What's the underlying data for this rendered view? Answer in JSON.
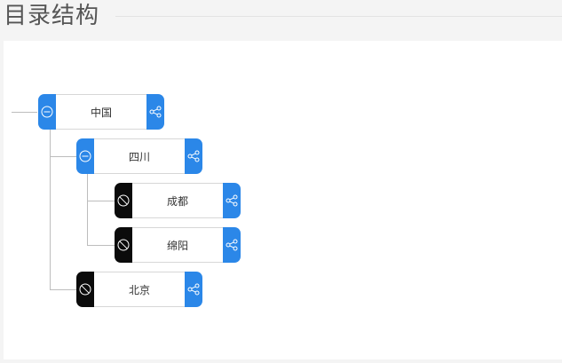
{
  "page": {
    "title": "目录结构"
  },
  "tree": {
    "root": {
      "label": "中国",
      "state": "expanded"
    },
    "sichuan": {
      "label": "四川",
      "state": "expanded"
    },
    "chengdu": {
      "label": "成都",
      "state": "leaf"
    },
    "mianyang": {
      "label": "绵阳",
      "state": "leaf"
    },
    "beijing": {
      "label": "北京",
      "state": "leaf"
    }
  },
  "colors": {
    "accent": "#2b87e8",
    "leaf_toggle": "#0b0b0b"
  }
}
